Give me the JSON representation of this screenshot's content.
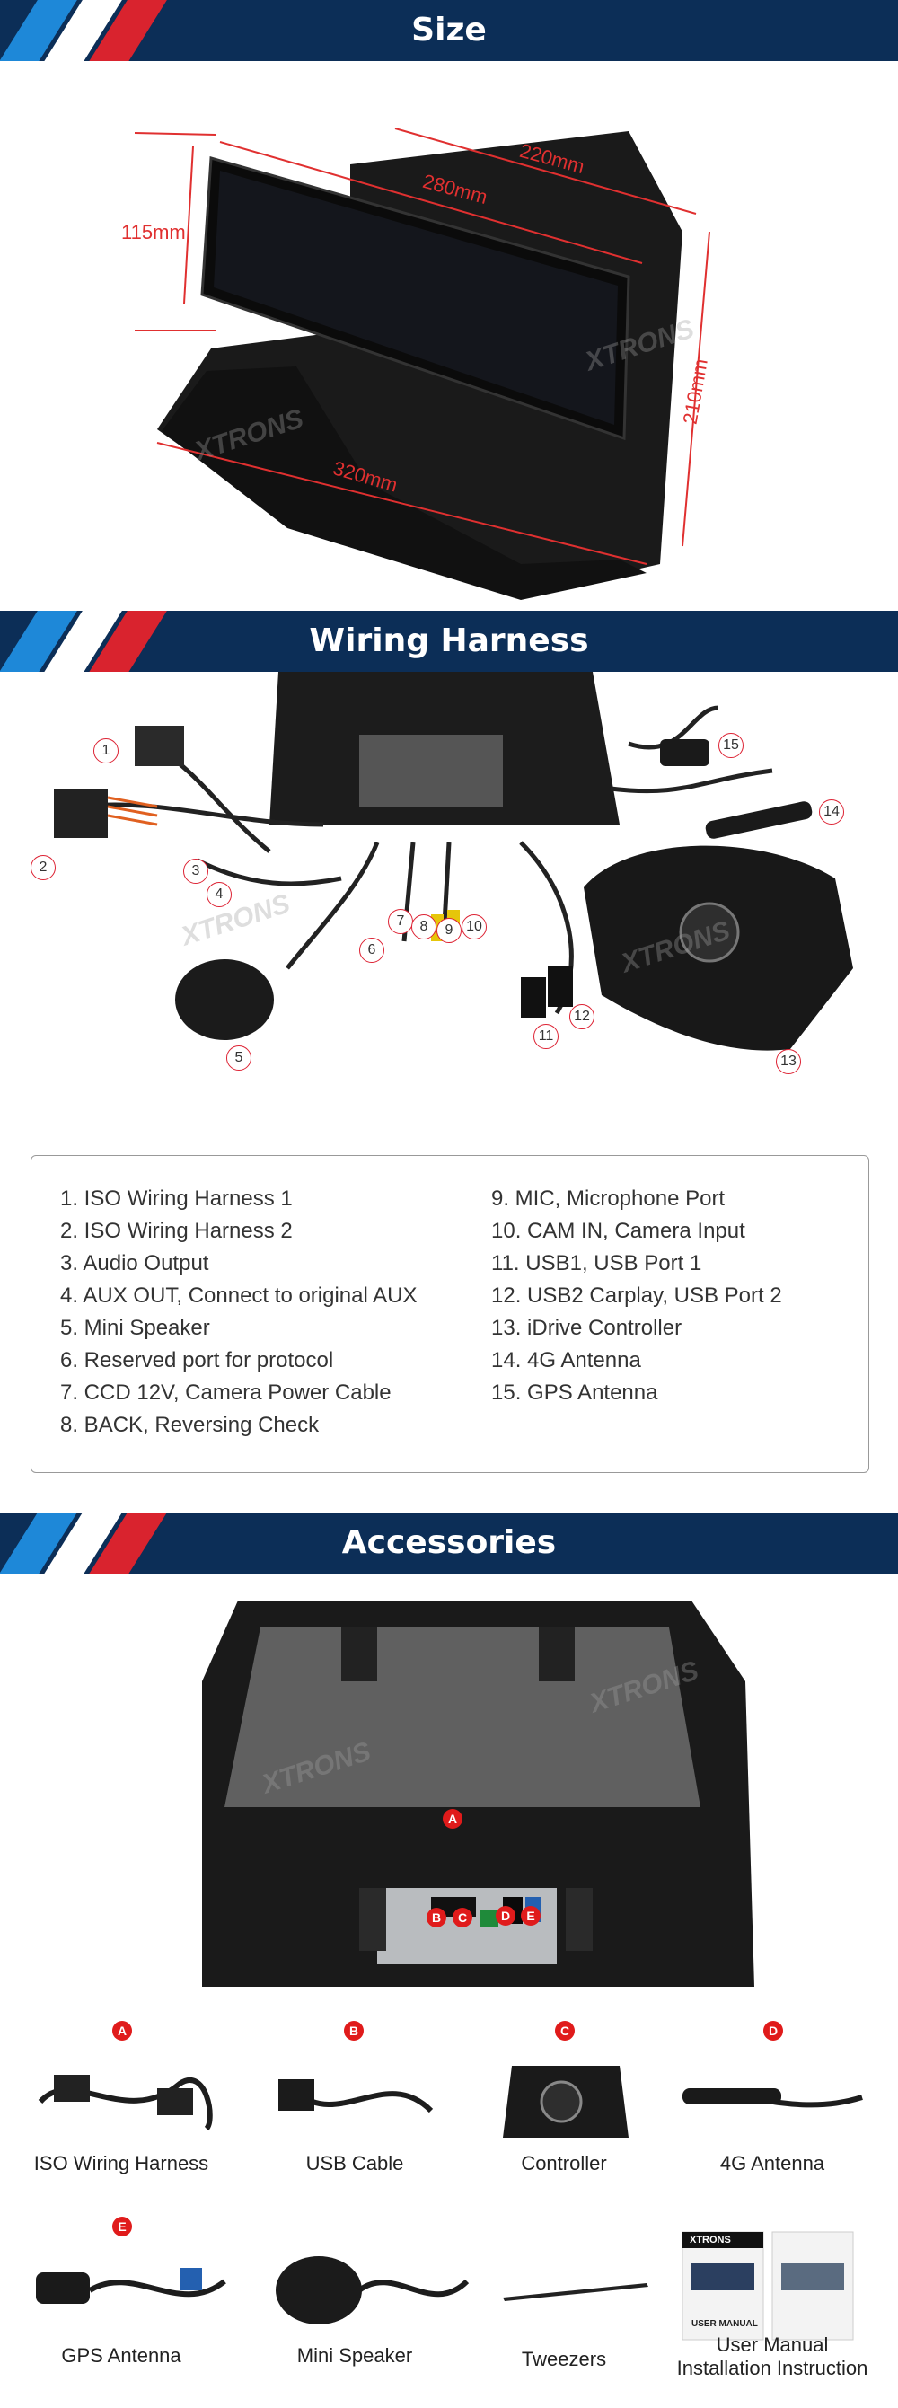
{
  "sections": {
    "size": "Size",
    "wiring": "Wiring Harness",
    "accessories": "Accessories"
  },
  "dimensions": {
    "height": "115mm",
    "screen_width": "280mm",
    "depth": "220mm",
    "side": "210mm",
    "base_width": "320mm"
  },
  "watermark": "XTRONS",
  "callouts": [
    "1",
    "2",
    "3",
    "4",
    "5",
    "6",
    "7",
    "8",
    "9",
    "10",
    "11",
    "12",
    "13",
    "14",
    "15"
  ],
  "wiring_list": {
    "left": [
      "1. ISO Wiring Harness 1",
      "2. ISO Wiring Harness 2",
      "3. Audio Output",
      "4. AUX OUT, Connect to original AUX",
      "5. Mini Speaker",
      "6. Reserved port for protocol",
      "7. CCD 12V, Camera Power Cable",
      "8. BACK, Reversing Check"
    ],
    "right": [
      "9. MIC, Microphone Port",
      "10. CAM IN, Camera Input",
      "11. USB1, USB Port 1",
      "12. USB2 Carplay, USB Port 2",
      "13. iDrive Controller",
      "14. 4G Antenna",
      "15. GPS Antenna"
    ]
  },
  "port_badges": [
    "A",
    "B",
    "C",
    "D",
    "E"
  ],
  "accessories": [
    {
      "badge": "A",
      "label": "ISO Wiring Harness"
    },
    {
      "badge": "B",
      "label": "USB Cable"
    },
    {
      "badge": "C",
      "label": "Controller"
    },
    {
      "badge": "D",
      "label": "4G Antenna"
    },
    {
      "badge": "E",
      "label": "GPS Antenna"
    },
    {
      "badge": "",
      "label": "Mini Speaker"
    },
    {
      "badge": "",
      "label": "Tweezers"
    },
    {
      "badge": "",
      "label": "User Manual\nInstallation Instruction"
    }
  ],
  "manual_text": {
    "brand": "XTRONS",
    "title": "USER MANUAL"
  },
  "colors": {
    "banner": "#0c2e57",
    "accent_red": "#d9232e",
    "accent_blue": "#1e88d8",
    "dimension_red": "#e03030"
  }
}
